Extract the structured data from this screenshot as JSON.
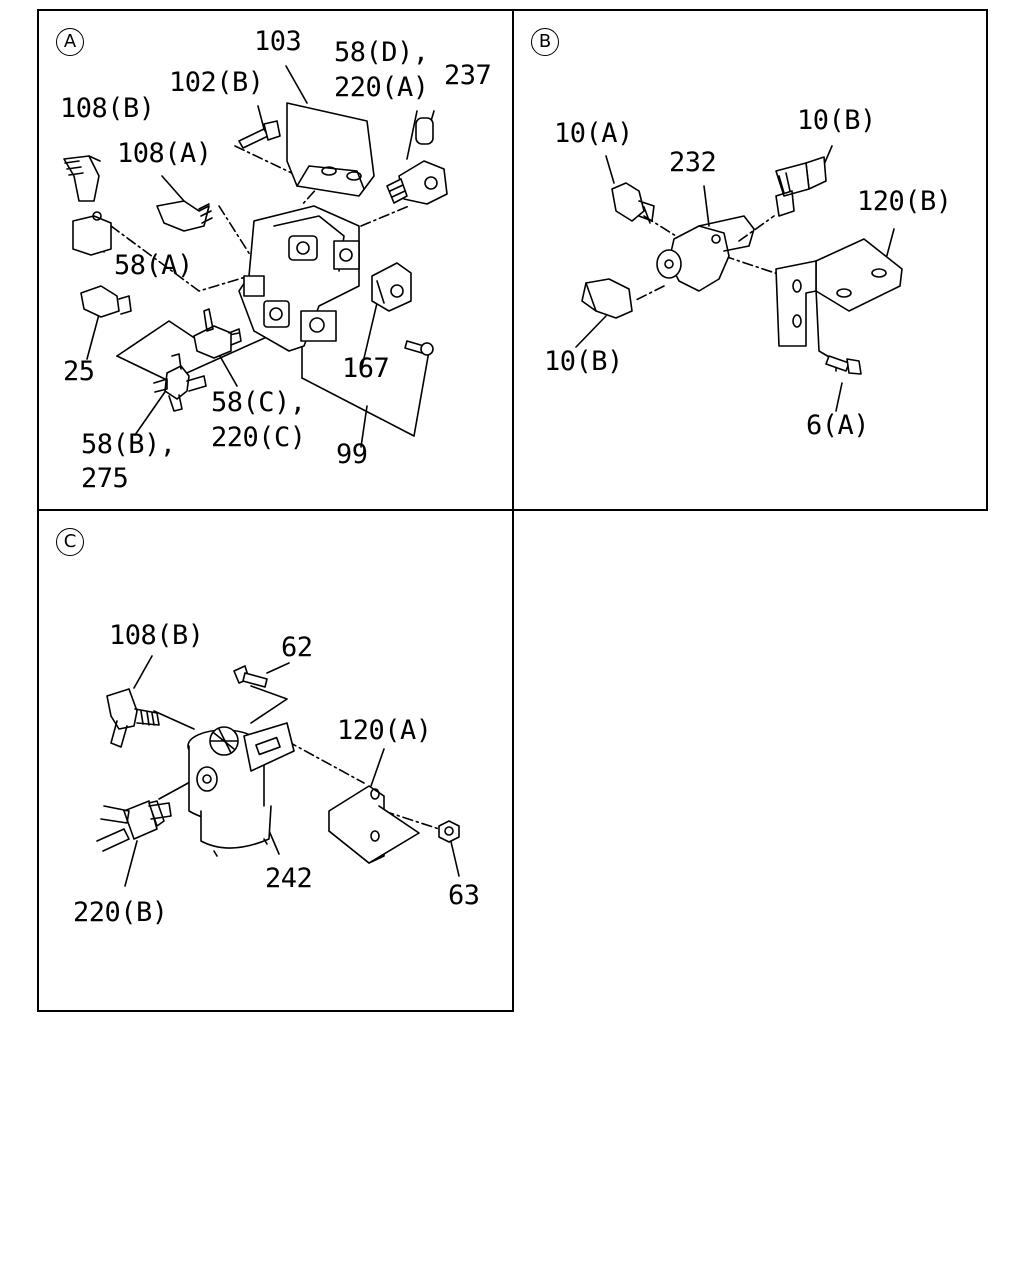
{
  "panels": [
    {
      "id": "A",
      "labels": {
        "l103": "103",
        "l102b": "102(B)",
        "l58d": "58(D),",
        "l220a": "220(A)",
        "l237": "237",
        "l108b": "108(B)",
        "l108a": "108(A)",
        "l58a": "58(A)",
        "l25": "25",
        "l58c": "58(C),",
        "l220c": "220(C)",
        "l167": "167",
        "l99": "99",
        "l58b": "58(B),",
        "l275": "275"
      }
    },
    {
      "id": "B",
      "labels": {
        "l10a": "10(A)",
        "l232": "232",
        "l10b_top": "10(B)",
        "l120b": "120(B)",
        "l10b_bottom": "10(B)",
        "l6a": "6(A)"
      }
    },
    {
      "id": "C",
      "labels": {
        "l108b": "108(B)",
        "l62": "62",
        "l120a": "120(A)",
        "l220b": "220(B)",
        "l242": "242",
        "l63": "63"
      }
    }
  ]
}
